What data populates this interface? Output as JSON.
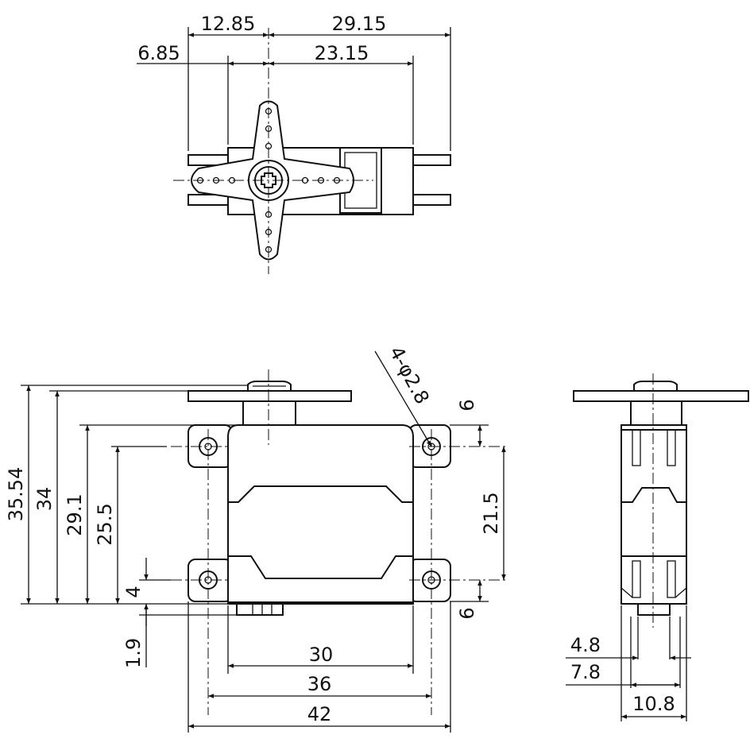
{
  "top_view": {
    "dims": {
      "d12_85": "12.85",
      "d29_15": "29.15",
      "d6_85": "6.85",
      "d23_15": "23.15"
    }
  },
  "front_view": {
    "dims": {
      "d35_54": "35.54",
      "d34": "34",
      "d29_1": "29.1",
      "d25_5": "25.5",
      "d4": "4",
      "d1_9": "1.9",
      "d6_top": "6",
      "d21_5": "21.5",
      "d6_bottom": "6",
      "d30": "30",
      "d36": "36",
      "d42": "42",
      "hole_callout": "4-φ2.8"
    }
  },
  "side_view": {
    "dims": {
      "d4_8": "4.8",
      "d7_8": "7.8",
      "d10_8": "10.8"
    }
  }
}
